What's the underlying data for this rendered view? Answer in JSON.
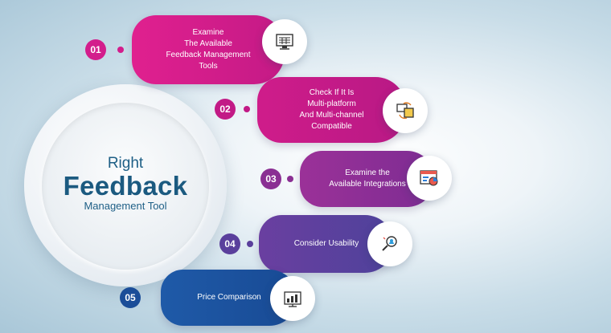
{
  "hub": {
    "line1": "Right",
    "line2": "Feedback",
    "line3": "Management Tool"
  },
  "steps": [
    {
      "number": "01",
      "label": "Examine\nThe Available\nFeedback Management\nTools",
      "color": "#d31d8c",
      "icon": "monitor-icon"
    },
    {
      "number": "02",
      "label": "Check If It Is\nMulti-platform\nAnd Multi-channel\nCompatible",
      "color": "#c21a86",
      "icon": "multi-device-icon"
    },
    {
      "number": "03",
      "label": "Examine the\nAvailable Integrations",
      "color": "#8a2f93",
      "icon": "integration-chart-icon"
    },
    {
      "number": "04",
      "label": "Consider Usability",
      "color": "#5a3f9c",
      "icon": "usability-search-icon"
    },
    {
      "number": "05",
      "label": "Price Comparison",
      "color": "#1b4d98",
      "icon": "price-chart-icon"
    }
  ]
}
